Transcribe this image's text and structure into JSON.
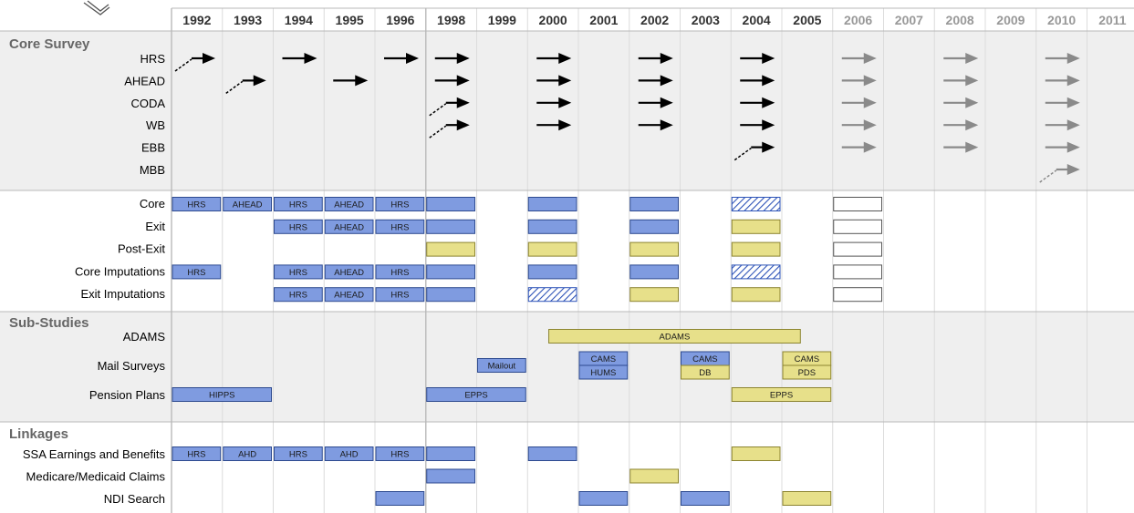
{
  "years": [
    {
      "label": "1992",
      "future": false
    },
    {
      "label": "1993",
      "future": false
    },
    {
      "label": "1994",
      "future": false
    },
    {
      "label": "1995",
      "future": false
    },
    {
      "label": "1996",
      "future": false
    },
    {
      "label": "1998",
      "future": false
    },
    {
      "label": "1999",
      "future": false
    },
    {
      "label": "2000",
      "future": false
    },
    {
      "label": "2001",
      "future": false
    },
    {
      "label": "2002",
      "future": false
    },
    {
      "label": "2003",
      "future": false
    },
    {
      "label": "2004",
      "future": false
    },
    {
      "label": "2005",
      "future": false
    },
    {
      "label": "2006",
      "future": true
    },
    {
      "label": "2007",
      "future": true
    },
    {
      "label": "2008",
      "future": true
    },
    {
      "label": "2009",
      "future": true
    },
    {
      "label": "2010",
      "future": true
    },
    {
      "label": "2011",
      "future": true
    }
  ],
  "colors": {
    "blue": "#7f9be0",
    "yellow": "#e7e08a",
    "section_bg": "#efefef",
    "arrow": "#000000",
    "arrow_future": "#8a8a8a",
    "header_text": "#333333",
    "future_text": "#999999",
    "hatch": "#2e54b8"
  },
  "sections": {
    "core_survey": {
      "title": "Core Survey",
      "rows": [
        "HRS",
        "AHEAD",
        "CODA",
        "WB",
        "EBB",
        "MBB"
      ],
      "arrows": [
        {
          "row": 0,
          "col": 0,
          "entry": true
        },
        {
          "row": 0,
          "col": 2
        },
        {
          "row": 0,
          "col": 4
        },
        {
          "row": 0,
          "col": 5
        },
        {
          "row": 0,
          "col": 7
        },
        {
          "row": 0,
          "col": 9
        },
        {
          "row": 0,
          "col": 11
        },
        {
          "row": 0,
          "col": 13,
          "future": true
        },
        {
          "row": 0,
          "col": 15,
          "future": true
        },
        {
          "row": 0,
          "col": 17,
          "future": true
        },
        {
          "row": 1,
          "col": 1,
          "entry": true
        },
        {
          "row": 1,
          "col": 3
        },
        {
          "row": 1,
          "col": 5
        },
        {
          "row": 1,
          "col": 7
        },
        {
          "row": 1,
          "col": 9
        },
        {
          "row": 1,
          "col": 11
        },
        {
          "row": 1,
          "col": 13,
          "future": true
        },
        {
          "row": 1,
          "col": 15,
          "future": true
        },
        {
          "row": 1,
          "col": 17,
          "future": true
        },
        {
          "row": 2,
          "col": 5,
          "entry": true
        },
        {
          "row": 2,
          "col": 7
        },
        {
          "row": 2,
          "col": 9
        },
        {
          "row": 2,
          "col": 11
        },
        {
          "row": 2,
          "col": 13,
          "future": true
        },
        {
          "row": 2,
          "col": 15,
          "future": true
        },
        {
          "row": 2,
          "col": 17,
          "future": true
        },
        {
          "row": 3,
          "col": 5,
          "entry": true
        },
        {
          "row": 3,
          "col": 7
        },
        {
          "row": 3,
          "col": 9
        },
        {
          "row": 3,
          "col": 11
        },
        {
          "row": 3,
          "col": 13,
          "future": true
        },
        {
          "row": 3,
          "col": 15,
          "future": true
        },
        {
          "row": 3,
          "col": 17,
          "future": true
        },
        {
          "row": 4,
          "col": 11,
          "entry": true
        },
        {
          "row": 4,
          "col": 13,
          "future": true
        },
        {
          "row": 4,
          "col": 15,
          "future": true
        },
        {
          "row": 4,
          "col": 17,
          "future": true
        },
        {
          "row": 5,
          "col": 17,
          "future": true,
          "entry": true
        }
      ]
    },
    "data_files": {
      "rows": [
        "Core",
        "Exit",
        "Post-Exit",
        "Core Imputations",
        "Exit Imputations"
      ],
      "bars": [
        {
          "row": 0,
          "col": 0,
          "color": "blue",
          "label": "HRS"
        },
        {
          "row": 0,
          "col": 1,
          "color": "blue",
          "label": "AHEAD"
        },
        {
          "row": 0,
          "col": 2,
          "color": "blue",
          "label": "HRS"
        },
        {
          "row": 0,
          "col": 3,
          "color": "blue",
          "label": "AHEAD"
        },
        {
          "row": 0,
          "col": 4,
          "color": "blue",
          "label": "HRS"
        },
        {
          "row": 0,
          "col": 5,
          "color": "blue",
          "label": ""
        },
        {
          "row": 0,
          "col": 7,
          "color": "blue",
          "label": ""
        },
        {
          "row": 0,
          "col": 9,
          "color": "blue",
          "label": ""
        },
        {
          "row": 0,
          "col": 11,
          "color": "hatch",
          "label": ""
        },
        {
          "row": 0,
          "col": 13,
          "color": "white",
          "label": ""
        },
        {
          "row": 1,
          "col": 2,
          "color": "blue",
          "label": "HRS"
        },
        {
          "row": 1,
          "col": 3,
          "color": "blue",
          "label": "AHEAD"
        },
        {
          "row": 1,
          "col": 4,
          "color": "blue",
          "label": "HRS"
        },
        {
          "row": 1,
          "col": 5,
          "color": "blue",
          "label": ""
        },
        {
          "row": 1,
          "col": 7,
          "color": "blue",
          "label": ""
        },
        {
          "row": 1,
          "col": 9,
          "color": "blue",
          "label": ""
        },
        {
          "row": 1,
          "col": 11,
          "color": "yellow",
          "label": ""
        },
        {
          "row": 1,
          "col": 13,
          "color": "white",
          "label": ""
        },
        {
          "row": 2,
          "col": 5,
          "color": "yellow",
          "label": ""
        },
        {
          "row": 2,
          "col": 7,
          "color": "yellow",
          "label": ""
        },
        {
          "row": 2,
          "col": 9,
          "color": "yellow",
          "label": ""
        },
        {
          "row": 2,
          "col": 11,
          "color": "yellow",
          "label": ""
        },
        {
          "row": 2,
          "col": 13,
          "color": "white",
          "label": ""
        },
        {
          "row": 3,
          "col": 0,
          "color": "blue",
          "label": "HRS"
        },
        {
          "row": 3,
          "col": 2,
          "color": "blue",
          "label": "HRS"
        },
        {
          "row": 3,
          "col": 3,
          "color": "blue",
          "label": "AHEAD"
        },
        {
          "row": 3,
          "col": 4,
          "color": "blue",
          "label": "HRS"
        },
        {
          "row": 3,
          "col": 5,
          "color": "blue",
          "label": ""
        },
        {
          "row": 3,
          "col": 7,
          "color": "blue",
          "label": ""
        },
        {
          "row": 3,
          "col": 9,
          "color": "blue",
          "label": ""
        },
        {
          "row": 3,
          "col": 11,
          "color": "hatch",
          "label": ""
        },
        {
          "row": 3,
          "col": 13,
          "color": "white",
          "label": ""
        },
        {
          "row": 4,
          "col": 2,
          "color": "blue",
          "label": "HRS"
        },
        {
          "row": 4,
          "col": 3,
          "color": "blue",
          "label": "AHEAD"
        },
        {
          "row": 4,
          "col": 4,
          "color": "blue",
          "label": "HRS"
        },
        {
          "row": 4,
          "col": 5,
          "color": "blue",
          "label": ""
        },
        {
          "row": 4,
          "col": 7,
          "color": "hatch",
          "label": ""
        },
        {
          "row": 4,
          "col": 9,
          "color": "yellow",
          "label": ""
        },
        {
          "row": 4,
          "col": 11,
          "color": "yellow",
          "label": ""
        },
        {
          "row": 4,
          "col": 13,
          "color": "white",
          "label": ""
        }
      ]
    },
    "sub_studies": {
      "title": "Sub-Studies",
      "rows": [
        "ADAMS",
        "Mail Surveys",
        "Pension Plans"
      ],
      "bars": [
        {
          "row": 0,
          "col": 7.4,
          "span": 5.0,
          "color": "yellow",
          "label": "ADAMS"
        },
        {
          "row": 1,
          "col": 6,
          "color": "blue",
          "label": "Mailout"
        },
        {
          "row": 1,
          "col": 8,
          "color": "blue",
          "label": "CAMS",
          "half": "top"
        },
        {
          "row": 1,
          "col": 8,
          "color": "blue",
          "label": "HUMS",
          "half": "bottom"
        },
        {
          "row": 1,
          "col": 10,
          "color": "blue",
          "label": "CAMS",
          "half": "top"
        },
        {
          "row": 1,
          "col": 10,
          "color": "yellow",
          "label": "DB",
          "half": "bottom"
        },
        {
          "row": 1,
          "col": 12,
          "color": "yellow",
          "label": "CAMS",
          "half": "top"
        },
        {
          "row": 1,
          "col": 12,
          "color": "yellow",
          "label": "PDS",
          "half": "bottom"
        },
        {
          "row": 2,
          "col": 0,
          "span": 2,
          "color": "blue",
          "label": "HIPPS"
        },
        {
          "row": 2,
          "col": 5,
          "span": 2,
          "color": "blue",
          "label": "EPPS"
        },
        {
          "row": 2,
          "col": 11,
          "span": 2,
          "color": "yellow",
          "label": "EPPS"
        }
      ]
    },
    "linkages": {
      "title": "Linkages",
      "rows": [
        "SSA Earnings and Benefits",
        "Medicare/Medicaid Claims",
        "NDI Search"
      ],
      "bars": [
        {
          "row": 0,
          "col": 0,
          "color": "blue",
          "label": "HRS"
        },
        {
          "row": 0,
          "col": 1,
          "color": "blue",
          "label": "AHD"
        },
        {
          "row": 0,
          "col": 2,
          "color": "blue",
          "label": "HRS"
        },
        {
          "row": 0,
          "col": 3,
          "color": "blue",
          "label": "AHD"
        },
        {
          "row": 0,
          "col": 4,
          "color": "blue",
          "label": "HRS"
        },
        {
          "row": 0,
          "col": 5,
          "color": "blue",
          "label": ""
        },
        {
          "row": 0,
          "col": 7,
          "color": "blue",
          "label": ""
        },
        {
          "row": 0,
          "col": 11,
          "color": "yellow",
          "label": ""
        },
        {
          "row": 1,
          "col": 5,
          "color": "blue",
          "label": ""
        },
        {
          "row": 1,
          "col": 9,
          "color": "yellow",
          "label": ""
        },
        {
          "row": 2,
          "col": 4,
          "color": "blue",
          "label": ""
        },
        {
          "row": 2,
          "col": 8,
          "color": "blue",
          "label": ""
        },
        {
          "row": 2,
          "col": 10,
          "color": "blue",
          "label": ""
        },
        {
          "row": 2,
          "col": 12,
          "color": "yellow",
          "label": ""
        }
      ]
    }
  }
}
